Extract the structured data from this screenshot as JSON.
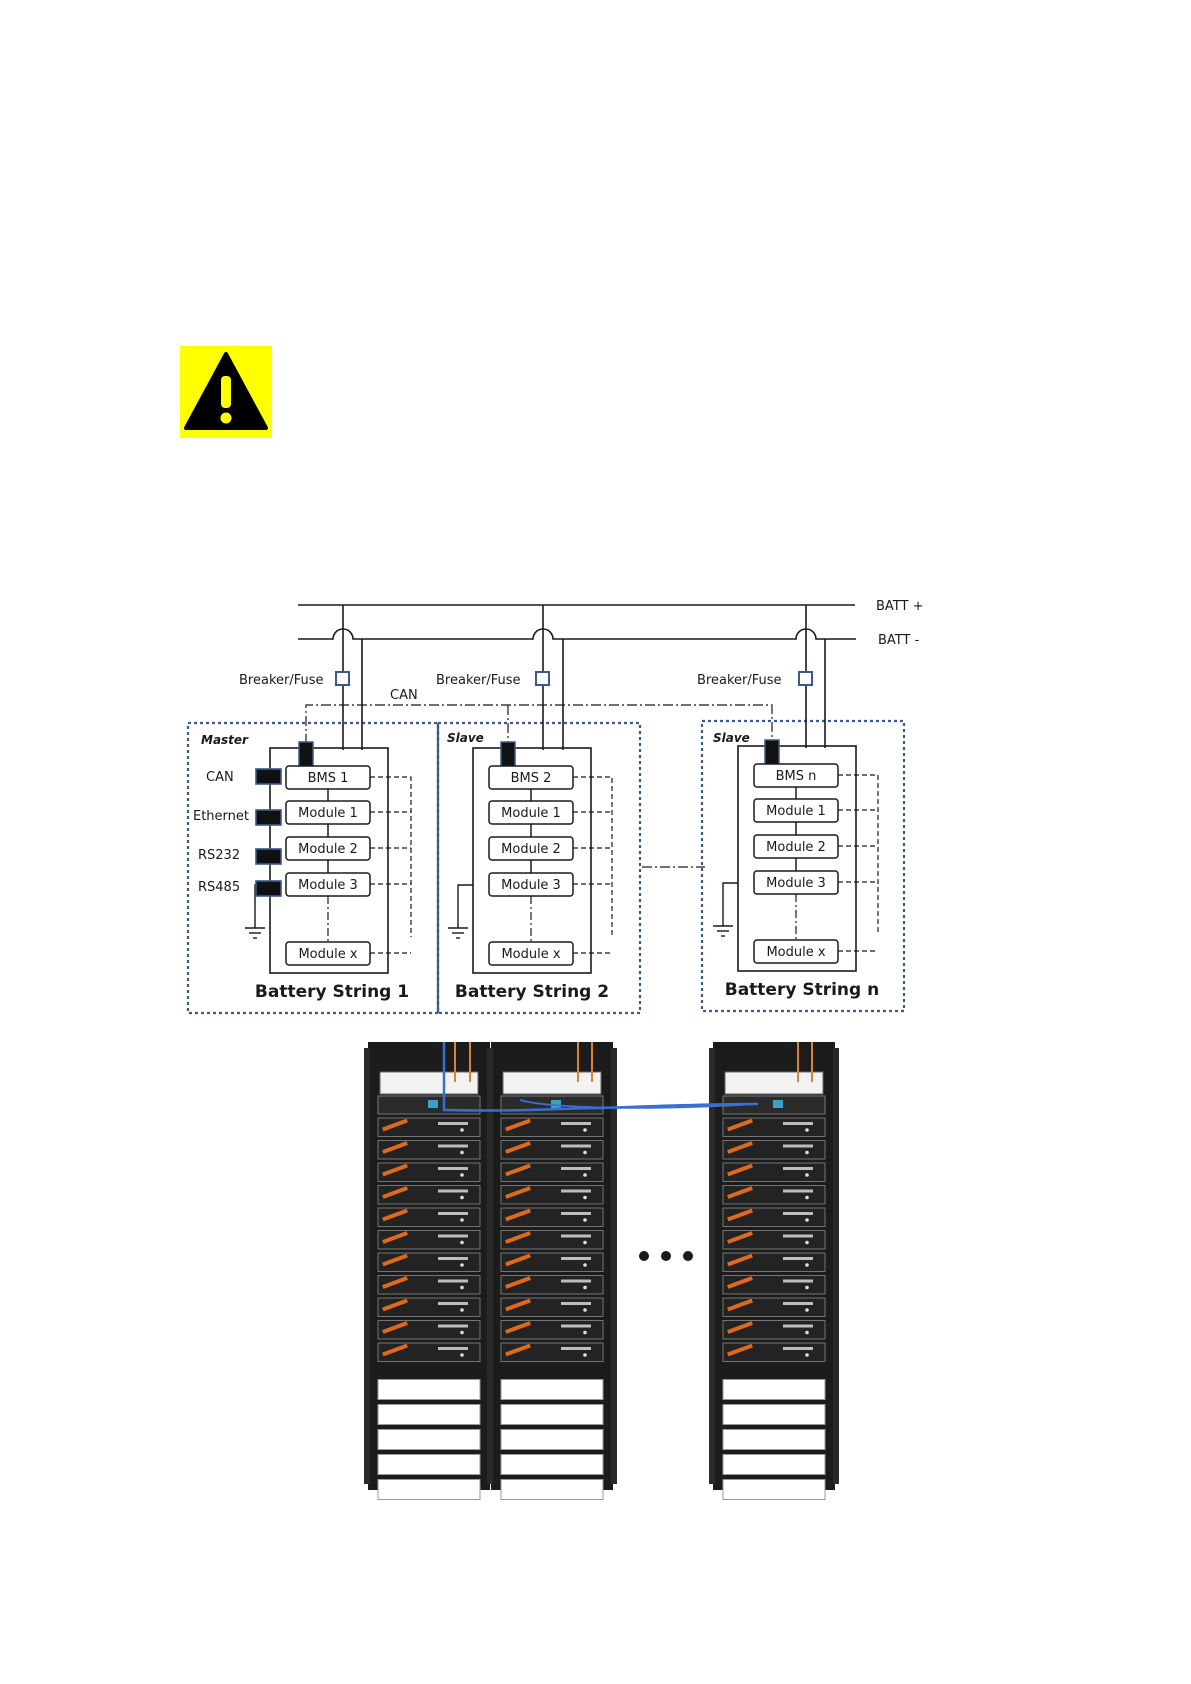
{
  "warning": {
    "icon": "warning-triangle-icon",
    "bg_color": "#ffff00"
  },
  "bus": {
    "pos_label": "BATT +",
    "neg_label": "BATT -"
  },
  "can_link_label": "CAN",
  "strings": [
    {
      "role": "Master",
      "breaker_label": "Breaker/Fuse",
      "bms_label": "BMS 1",
      "modules": [
        "Module 1",
        "Module 2",
        "Module 3",
        "Module x"
      ],
      "title": "Battery String 1",
      "ports": [
        "CAN",
        "Ethernet",
        "RS232",
        "RS485"
      ]
    },
    {
      "role": "Slave",
      "breaker_label": "Breaker/Fuse",
      "bms_label": "BMS 2",
      "modules": [
        "Module 1",
        "Module 2",
        "Module 3",
        "Module x"
      ],
      "title": "Battery String 2"
    },
    {
      "role": "Slave",
      "breaker_label": "Breaker/Fuse",
      "bms_label": "BMS n",
      "modules": [
        "Module 1",
        "Module 2",
        "Module 3",
        "Module x"
      ],
      "title": "Battery String n"
    }
  ],
  "racks": {
    "count": 3,
    "battery_modules_per_rack": 11,
    "blank_panels_per_rack": 5,
    "ellipsis": "• • •"
  },
  "colors": {
    "line": "#1a1a1a",
    "string_border": "#3b5a8a",
    "port_fill": "#111111",
    "rack_frame": "#1c1c1c",
    "bms_orange": "#e06a1c",
    "comm_cable": "#3a6fd0",
    "power_cable": "#d9823a"
  }
}
